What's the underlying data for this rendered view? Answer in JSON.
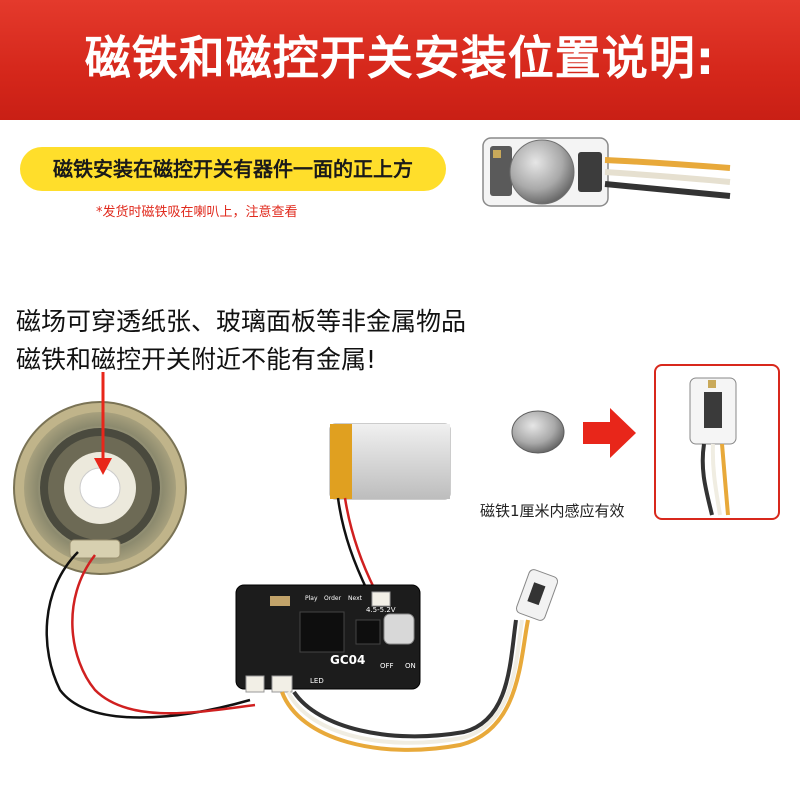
{
  "header": {
    "title": "磁铁和磁控开关安装位置说明:",
    "color": "#d5271b"
  },
  "callout": {
    "text": "磁铁安装在磁控开关有器件一面的正上方",
    "color": "#ffde2b",
    "note": "*发货时磁铁吸在喇叭上，注意查看"
  },
  "warning": {
    "line1": "磁场可穿透纸张、玻璃面板等非金属物品",
    "line2": "磁铁和磁控开关附近不能有金属!"
  },
  "magnet_demo": {
    "label": "磁铁1厘米内感应有效",
    "arrow_color": "#e8261a"
  },
  "board": {
    "model": "GC04",
    "labels": {
      "voltage": "4.5-5.2V",
      "led": "LED",
      "off": "OFF",
      "on": "ON",
      "play": "Play",
      "order": "Order",
      "next": "Next"
    }
  }
}
